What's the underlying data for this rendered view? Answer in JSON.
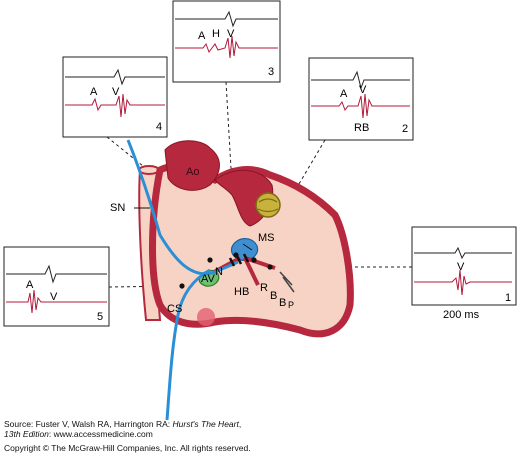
{
  "panels": [
    {
      "number": "1",
      "labels": [
        "V"
      ]
    },
    {
      "number": "2",
      "labels": [
        "A",
        "V",
        "RB"
      ]
    },
    {
      "number": "3",
      "labels": [
        "A",
        "H",
        "V"
      ]
    },
    {
      "number": "4",
      "labels": [
        "A",
        "V"
      ]
    },
    {
      "number": "5",
      "labels": [
        "A",
        "V"
      ]
    }
  ],
  "heart_labels": {
    "ao": "Ao",
    "sn": "SN",
    "ms": "MS",
    "av": "AV",
    "n": "N",
    "hb": "HB",
    "cs": "CS",
    "r": "R",
    "b1": "B",
    "b2": "B",
    "p": "P"
  },
  "scale_bar": "200 ms",
  "source": {
    "prefix": "Source: Fuster V, Walsh RA, Harrington RA: ",
    "title": "Hurst's The Heart",
    "edition": "13th Edition",
    "url_suffix": ": www.accessmedicine.com",
    "copyright": "Copyright © The McGraw-Hill Companies, Inc. All rights reserved."
  },
  "colors": {
    "heart_fill": "#f6d3c4",
    "heart_wall": "#b5283d",
    "catheter": "#2b8fd6",
    "tracing": "#b0183a",
    "his_bundle": "#3f8fd0",
    "valve": "#c9b23c"
  }
}
